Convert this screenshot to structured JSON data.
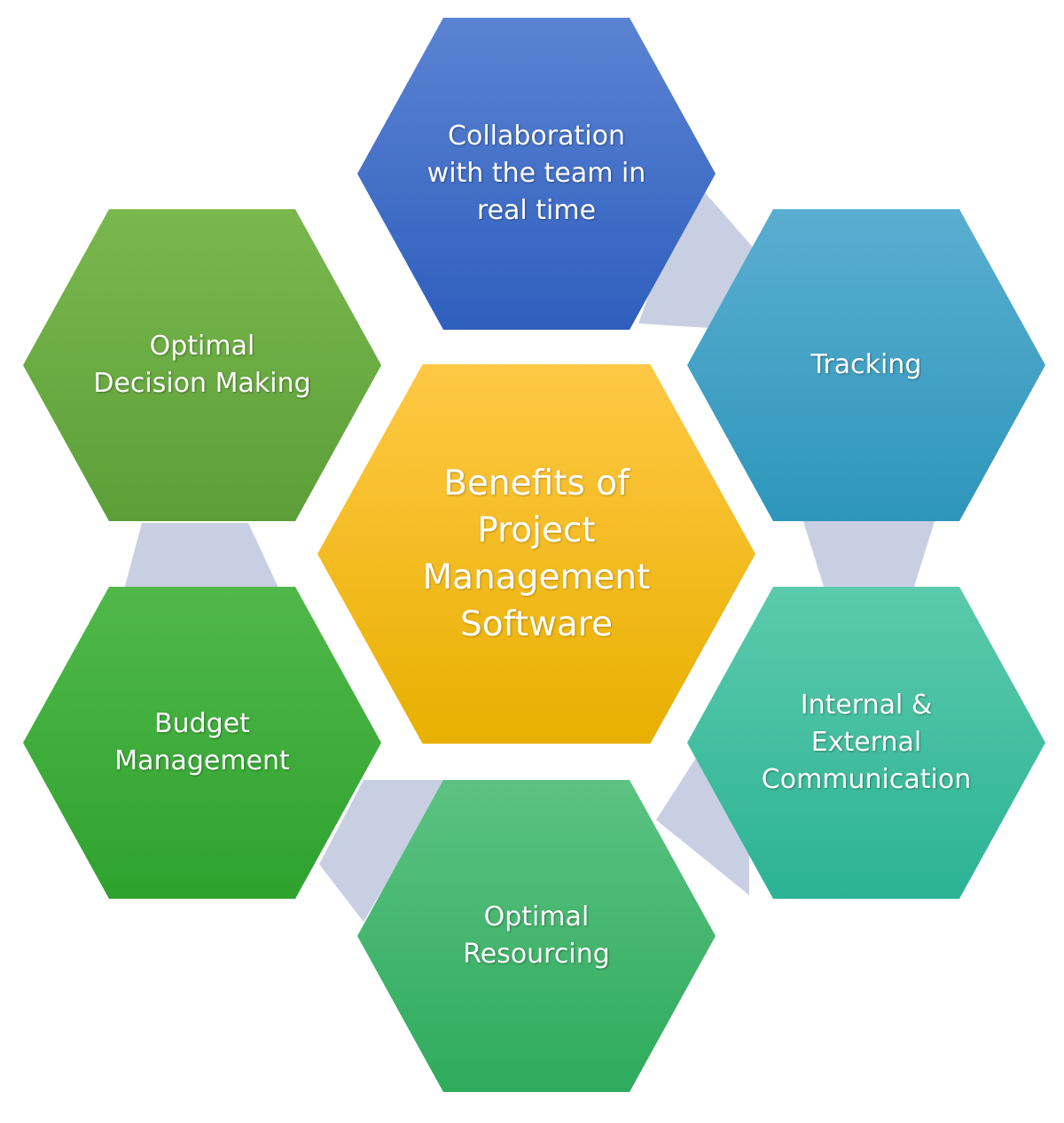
{
  "center": {
    "label": "Benefits of\nProject\nManagement\nSoftware",
    "color_top": "#ffc845",
    "color_bottom": "#e8b000"
  },
  "benefits": [
    {
      "id": "collaboration",
      "label": "Collaboration\nwith the team in\nreal time",
      "color_top": "#5b83d2",
      "color_bottom": "#2f5fbe"
    },
    {
      "id": "tracking",
      "label": "Tracking",
      "color_top": "#5aaed0",
      "color_bottom": "#2e96bb"
    },
    {
      "id": "communication",
      "label": "Internal &\nExternal\nCommunication",
      "color_top": "#5ccaac",
      "color_bottom": "#2bb394"
    },
    {
      "id": "resourcing",
      "label": "Optimal\nResourcing",
      "color_top": "#5cc282",
      "color_bottom": "#2eab5c"
    },
    {
      "id": "budget",
      "label": "Budget\nManagement",
      "color_top": "#50b84a",
      "color_bottom": "#2fa22e"
    },
    {
      "id": "decision",
      "label": "Optimal\nDecision Making",
      "color_top": "#7ab84e",
      "color_bottom": "#5c9f38"
    }
  ],
  "connector_color": "#c9cfe3"
}
